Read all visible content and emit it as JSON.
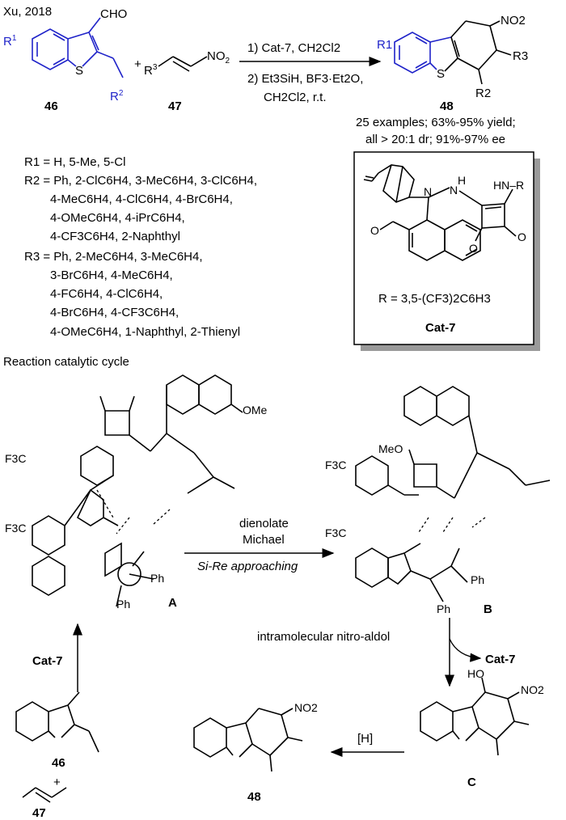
{
  "header": {
    "citation": "Xu, 2018"
  },
  "scheme": {
    "reactant_46": {
      "label": "46",
      "cho": "CHO",
      "r1": "R",
      "r1_sup": "1",
      "r2": "R",
      "r2_sup": "2",
      "s": "S"
    },
    "reactant_47": {
      "label": "47",
      "r3": "R",
      "r3_sup": "3",
      "no2": "NO",
      "no2_sub": "2"
    },
    "plus": "+",
    "conditions_1": "1) Cat-7, CH2Cl2",
    "conditions_2": "2) Et3SiH, BF3·Et2O,",
    "conditions_3": "CH2Cl2, r.t.",
    "product_48": {
      "label": "48",
      "no2": "NO2",
      "r1": "R1",
      "r2": "R2",
      "r3": "R3",
      "s": "S"
    },
    "result_1": "25 examples; 63%-95% yield;",
    "result_2": "all > 20:1 dr; 91%-97% ee"
  },
  "substituents": {
    "r1": "R1 = H, 5-Me, 5-Cl",
    "r2_lines": [
      "R2 = Ph, 2-ClC6H4, 3-MeC6H4, 3-ClC6H4,",
      "4-MeC6H4, 4-ClC6H4, 4-BrC6H4,",
      "4-OMeC6H4, 4-iPrC6H4,",
      "4-CF3C6H4, 2-Naphthyl"
    ],
    "r3_lines": [
      "R3 = Ph, 2-MeC6H4, 3-MeC6H4,",
      "3-BrC6H4, 4-MeC6H4,",
      "4-FC6H4, 4-ClC6H4,",
      "4-BrC6H4, 4-CF3C6H4,",
      "4-OMeC6H4, 1-Naphthyl, 2-Thienyl"
    ]
  },
  "catalyst": {
    "n": "N",
    "nh": "N",
    "h": "H",
    "hn_r": "HN–R",
    "ome": "O",
    "o1": "O",
    "o2": "O",
    "r_def": "R = 3,5-(CF3)2C6H3",
    "name": "Cat-7"
  },
  "cycle": {
    "title": "Reaction catalytic cycle",
    "cf3": "F3C",
    "ome": "OMe",
    "meo": "MeO",
    "ts_a": "A",
    "int_b": "B",
    "int_c": "C",
    "step_1a": "dienolate",
    "step_1b": "Michael",
    "step_1c": "Si-Re approaching",
    "step_2": "intramolecular nitro-aldol",
    "cat_release": "Cat-7",
    "cat_input": "Cat-7",
    "reduction": "[H]",
    "ph": "Ph",
    "ho": "HO",
    "no2": "NO2",
    "start_46": "46",
    "start_47": "47",
    "final_48": "48"
  }
}
